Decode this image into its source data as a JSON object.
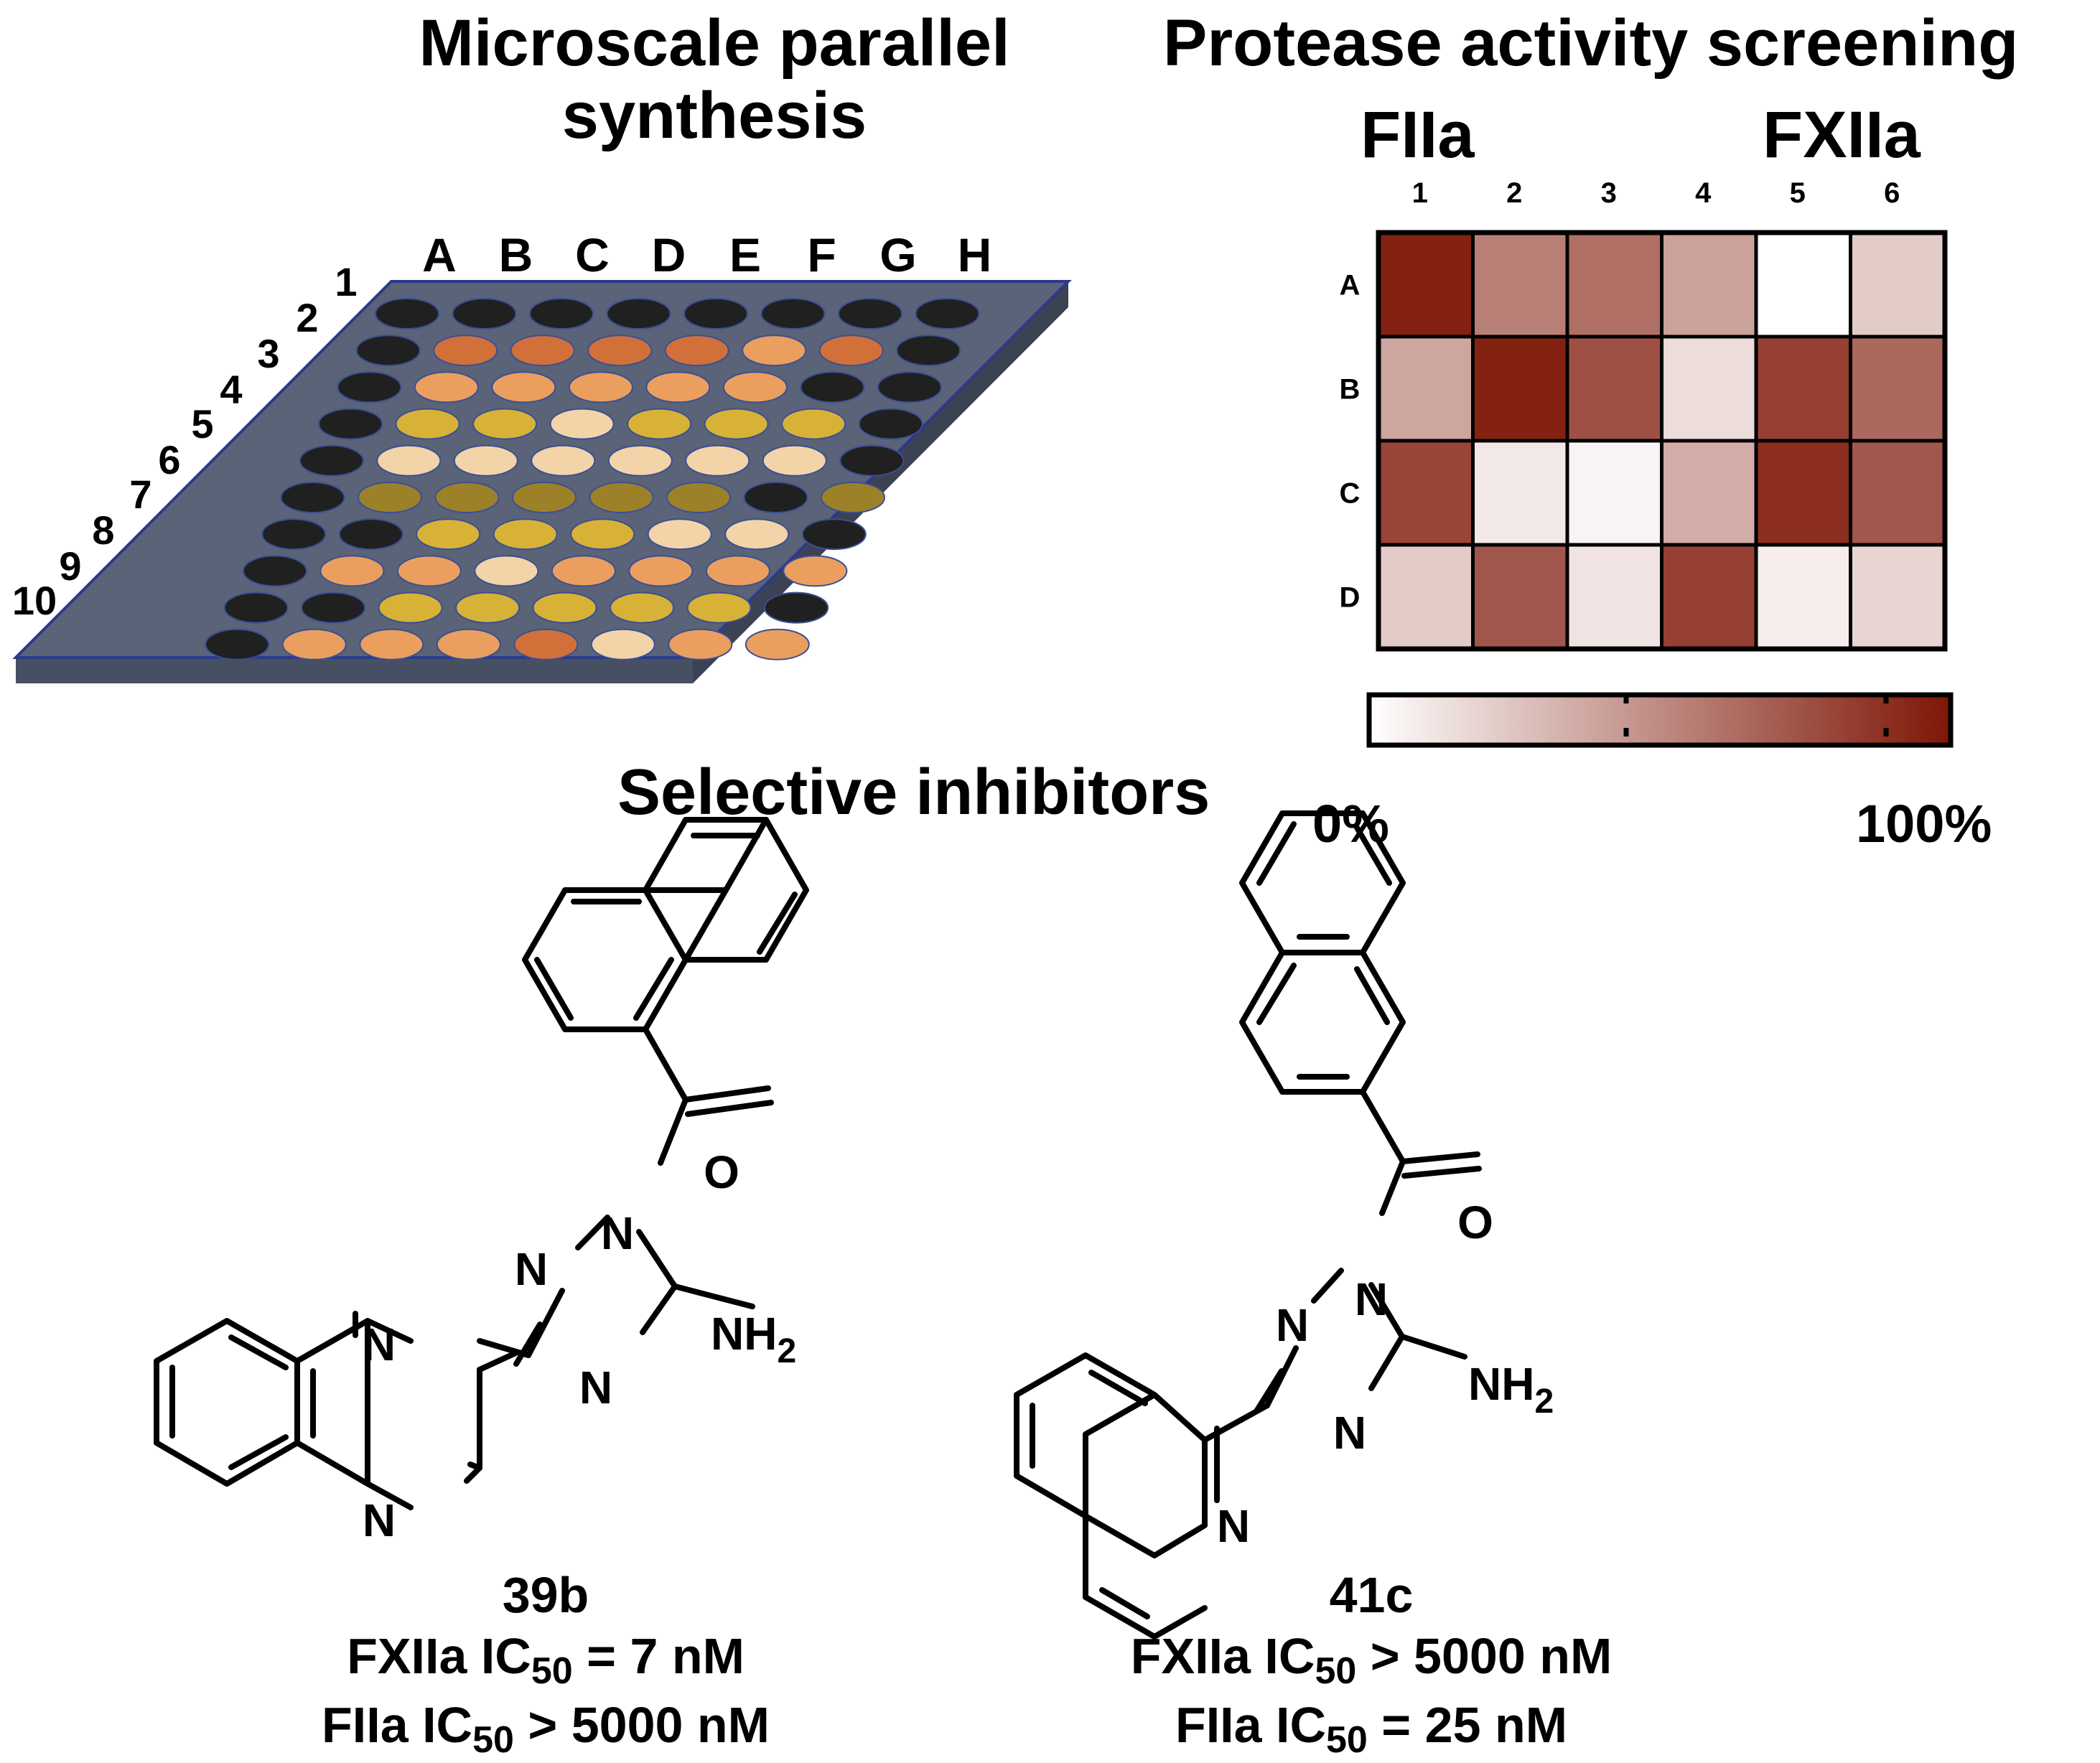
{
  "titles": {
    "synthesis_line1": "Microscale parallel",
    "synthesis_line2": "synthesis",
    "screening": "Protease activity screening",
    "fiia": "FIIa",
    "fxiia": "FXIIa",
    "selective": "Selective inhibitors"
  },
  "plate": {
    "columns": [
      "A",
      "B",
      "C",
      "D",
      "E",
      "F",
      "G",
      "H"
    ],
    "rows": [
      "1",
      "2",
      "3",
      "4",
      "5",
      "6",
      "7",
      "8",
      "9",
      "10"
    ],
    "colors": {
      "black": "#202020",
      "darkorange": "#d2703a",
      "orange": "#eb9f5e",
      "yellow": "#d8b237",
      "cream": "#f3d4a9",
      "olive": "#9c8129",
      "plate_top": "#5a6377",
      "plate_front": "#474f63",
      "plate_side": "#3a4254"
    }
  },
  "chart_data": {
    "type": "heatmap",
    "x_labels": [
      "1",
      "2",
      "3",
      "4",
      "5",
      "6"
    ],
    "y_labels": [
      "A",
      "B",
      "C",
      "D"
    ],
    "values": [
      [
        0.95,
        0.55,
        0.62,
        0.4,
        0.0,
        0.22
      ],
      [
        0.38,
        0.95,
        0.75,
        0.15,
        0.82,
        0.65
      ],
      [
        0.8,
        0.1,
        0.05,
        0.35,
        0.9,
        0.72
      ],
      [
        0.22,
        0.72,
        0.12,
        0.82,
        0.08,
        0.18
      ]
    ],
    "colorbar": {
      "min_label": "0%",
      "max_label": "100%",
      "colors": [
        "#ffffff",
        "#7e1606"
      ],
      "range": [
        0,
        100
      ]
    }
  },
  "compounds": [
    {
      "id": "39b",
      "line2_prefix": "FXIIa IC",
      "line2_sub": "50",
      "line2_suffix": " = 7 nM",
      "line3_prefix": "FIIa IC",
      "line3_sub": "50",
      "line3_suffix": " > 5000 nM"
    },
    {
      "id": "41c",
      "line2_prefix": "FXIIa IC",
      "line2_sub": "50",
      "line2_suffix": " > 5000 nM",
      "line3_prefix": "FIIa IC",
      "line3_sub": "50",
      "line3_suffix": " = 25 nM"
    }
  ],
  "atoms": {
    "N": "N",
    "O": "O",
    "NH": "NH",
    "sub2": "2"
  }
}
